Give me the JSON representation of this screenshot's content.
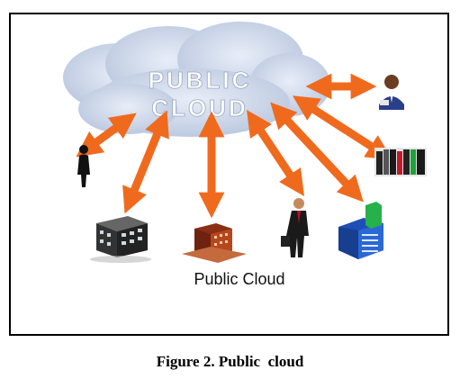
{
  "diagram": {
    "cloud_label_line1": "PUBLIC",
    "cloud_label_line2": "CLOUD",
    "bottom_label": "Public Cloud",
    "colors": {
      "arrow": "#f06a1e",
      "cloud": "#cdd7e8",
      "cloud_text": "#ffffff",
      "label_text": "#111111"
    },
    "icons": [
      "user-silhouette-icon",
      "office-building-icon",
      "brick-building-icon",
      "businessman-icon",
      "blue-building-icon",
      "server-rack-icon",
      "customer-service-icon"
    ]
  },
  "caption": "Figure 2. Public  cloud"
}
